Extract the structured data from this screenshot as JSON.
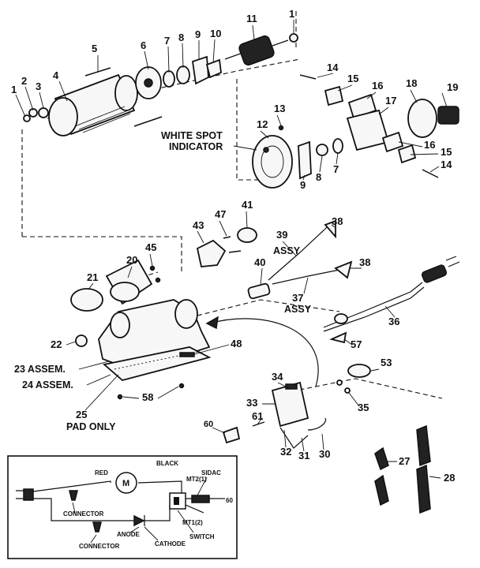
{
  "callouts": {
    "c1a": "1",
    "c2": "2",
    "c3": "3",
    "c4": "4",
    "c5": "5",
    "c6": "6",
    "c7a": "7",
    "c8a": "8",
    "c9a": "9",
    "c10": "10",
    "c11": "11",
    "c1b": "1",
    "c14a": "14",
    "c15a": "15",
    "c16a": "16",
    "c17": "17",
    "c18": "18",
    "c19": "19",
    "c13": "13",
    "c12": "12",
    "c16b": "16",
    "c15b": "15",
    "c14b": "14",
    "c9b": "9",
    "c8b": "8",
    "c7b": "7",
    "c43": "43",
    "c47": "47",
    "c41": "41",
    "c38a": "38",
    "c39": "39",
    "c40": "40",
    "c38b": "38",
    "c37": "37",
    "c36": "36",
    "c45": "45",
    "c20": "20",
    "c21": "21",
    "c22": "22",
    "c48": "48",
    "c57": "57",
    "c53": "53",
    "c34": "34",
    "c35": "35",
    "c33": "33",
    "c61": "61",
    "c60": "60",
    "c32": "32",
    "c31": "31",
    "c30": "30",
    "c58": "58",
    "c27": "27",
    "c28": "28"
  },
  "labels": {
    "white_spot_1": "WHITE SPOT",
    "white_spot_2": "INDICATOR",
    "assy_39": "ASSY",
    "assy_37": "ASSY",
    "assem_23": "23 ASSEM.",
    "assem_24": "24 ASSEM.",
    "c25": "25",
    "pad_only": "PAD ONLY"
  },
  "schematic": {
    "red": "RED",
    "black": "BLACK",
    "sidac": "SIDAC",
    "mt2_1": "MT2(1)",
    "mt1_2": "MT1(2)",
    "connector_1": "CONNECTOR",
    "connector_2": "CONNECTOR",
    "anode": "ANODE",
    "cathode": "CATHODE",
    "switch": "SWITCH",
    "n60": "60",
    "motor_symbol": "M"
  }
}
